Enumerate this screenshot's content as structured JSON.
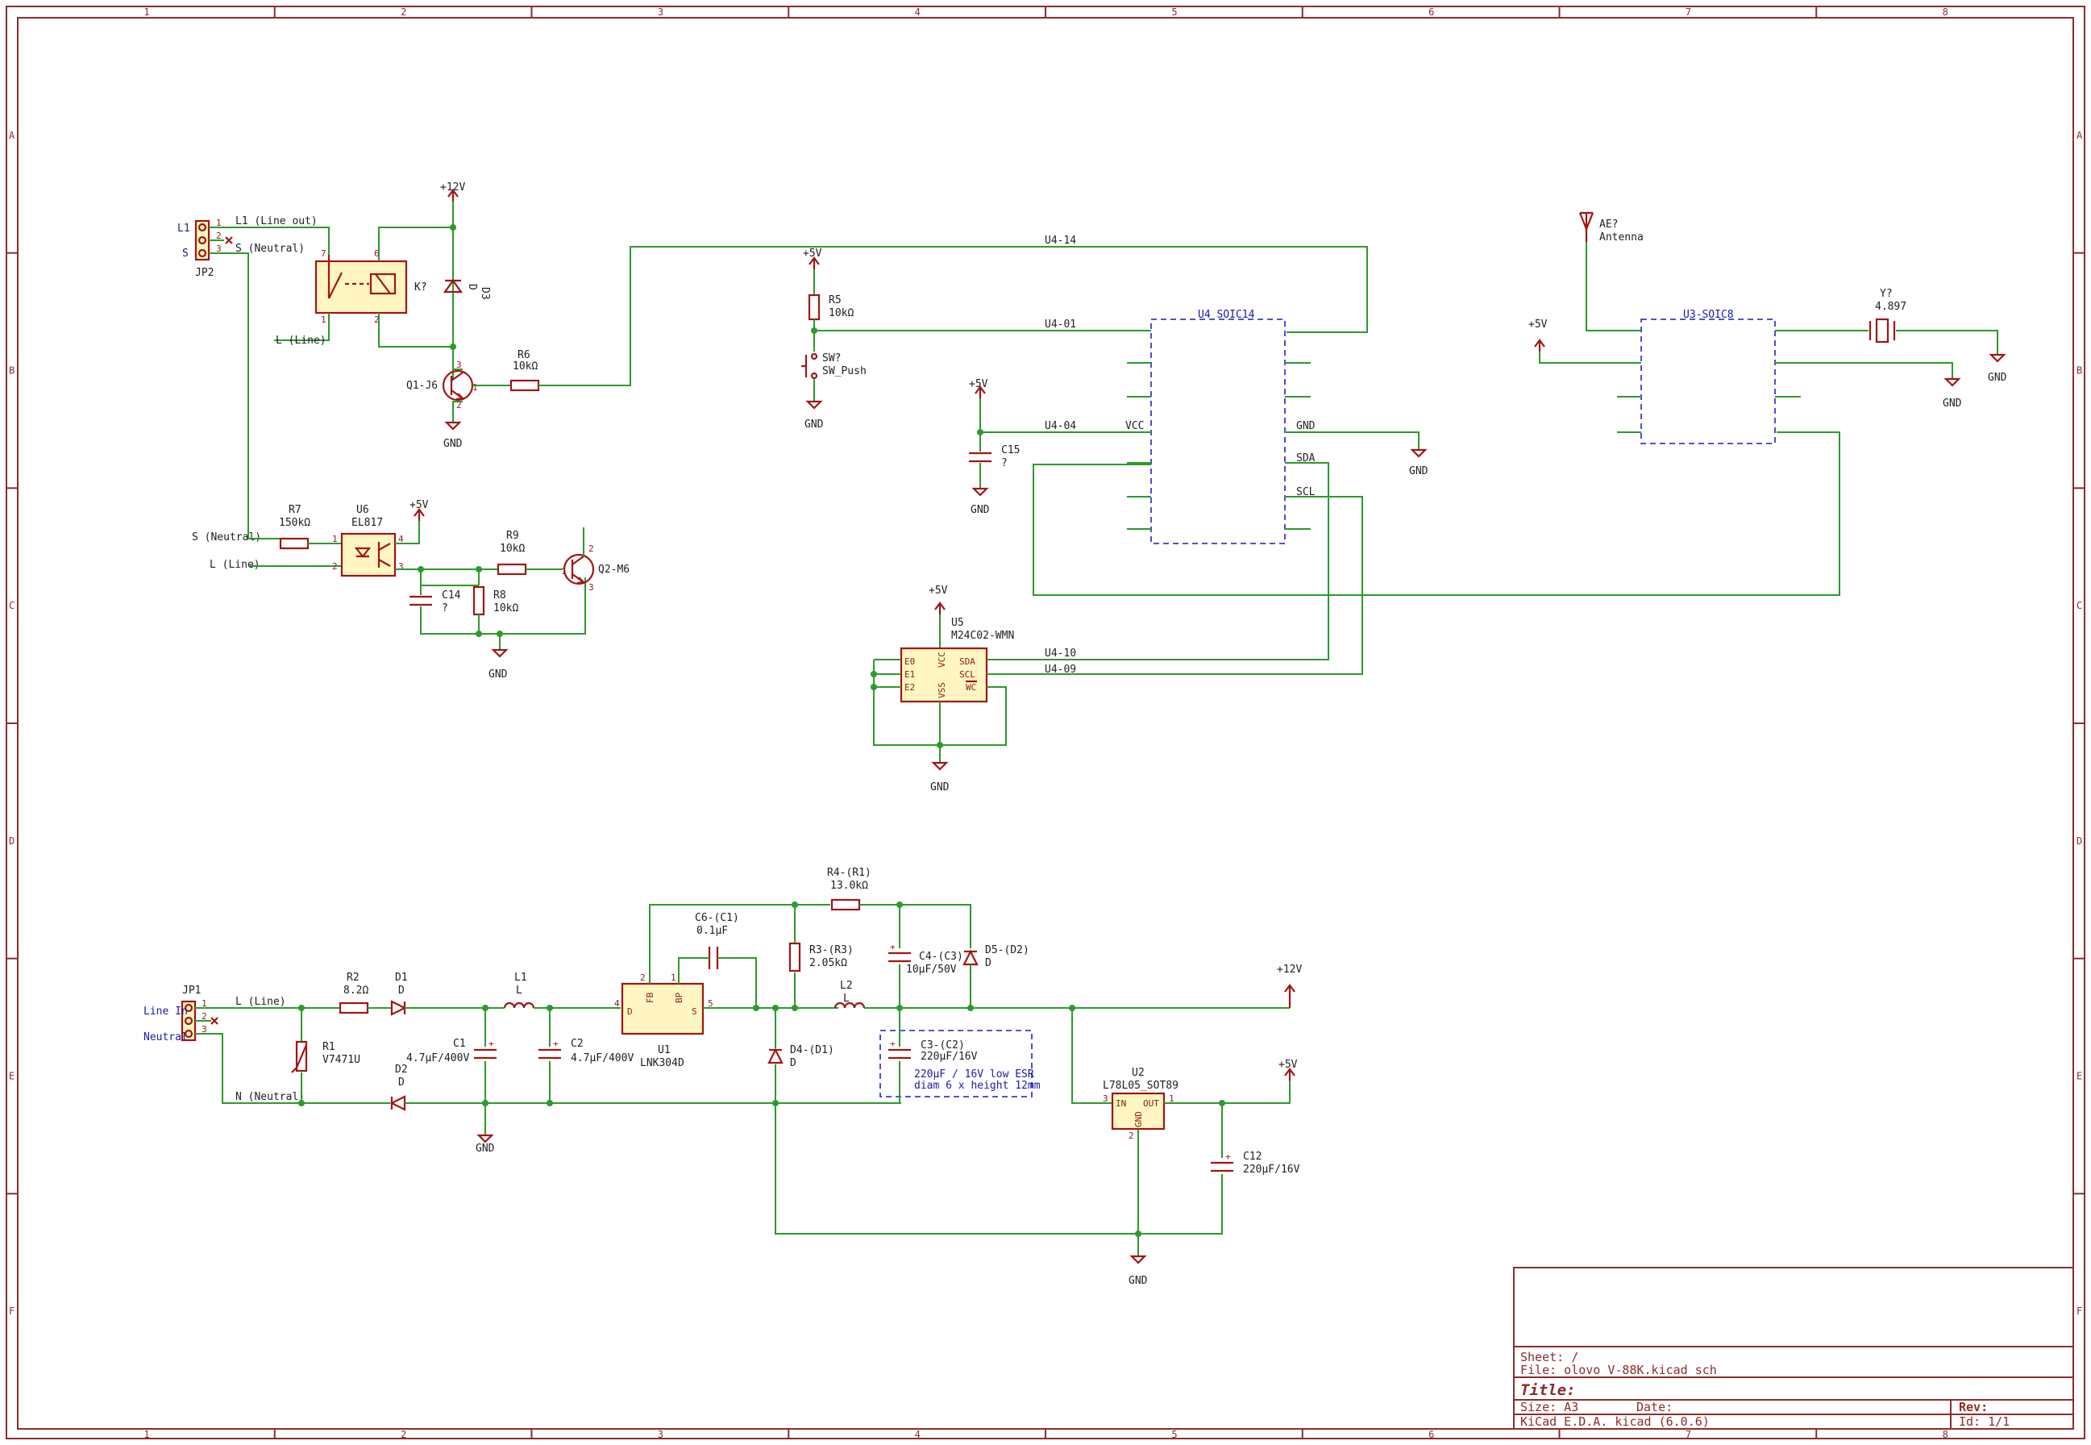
{
  "frame": {
    "columns": [
      "1",
      "2",
      "3",
      "4",
      "5",
      "6",
      "7",
      "8"
    ],
    "rows": [
      "A",
      "B",
      "C",
      "D",
      "E",
      "F"
    ]
  },
  "title_block": {
    "sheet": "Sheet: /",
    "file": "File: olovo V-88K.kicad_sch",
    "title": "Title:",
    "size": "Size: A3",
    "date": "Date:",
    "rev": "Rev:",
    "tool": "KiCad E.D.A.  kicad (6.0.6)",
    "id": "Id: 1/1"
  },
  "power": {
    "p12v": "+12V",
    "p5v": "+5V",
    "gnd": "GND"
  },
  "nets": {
    "l1_line_out": "L1 (Line out)",
    "s_neutral": "S (Neutral)",
    "l_line": "L (Line)",
    "n_neutral": "N (Neutral)",
    "u4_14": "U4-14",
    "u4_01": "U4-01",
    "u4_04": "U4-04",
    "u4_10": "U4-10",
    "u4_09": "U4-09"
  },
  "components": {
    "jp2": {
      "ref": "JP2",
      "l1": "L1",
      "s": "S"
    },
    "k": {
      "ref": "K?"
    },
    "d3": {
      "ref": "D3",
      "val": "D"
    },
    "q1": {
      "ref": "Q1-J6"
    },
    "r6": {
      "ref": "R6",
      "val": "10kΩ"
    },
    "r5": {
      "ref": "R5",
      "val": "10kΩ"
    },
    "sw": {
      "ref": "SW?",
      "val": "SW_Push"
    },
    "u4": {
      "ref": "U4 SOIC14",
      "vcc": "VCC",
      "gnd": "GND",
      "sda": "SDA",
      "scl": "SCL"
    },
    "c15": {
      "ref": "C15",
      "val": "?"
    },
    "ae": {
      "ref": "AE?",
      "val": "Antenna"
    },
    "u3": {
      "ref": "U3-SOIC8"
    },
    "y": {
      "ref": "Y?",
      "val": "4.897"
    },
    "r7": {
      "ref": "R7",
      "val": "150kΩ"
    },
    "u6": {
      "ref": "U6",
      "val": "EL817"
    },
    "r9": {
      "ref": "R9",
      "val": "10kΩ"
    },
    "q2": {
      "ref": "Q2-M6"
    },
    "c14": {
      "ref": "C14",
      "val": "?"
    },
    "r8": {
      "ref": "R8",
      "val": "10kΩ"
    },
    "u5": {
      "ref": "U5",
      "val": "M24C02-WMN",
      "e0": "E0",
      "e1": "E1",
      "e2": "E2",
      "vcc": "VCC",
      "vss": "VSS",
      "sda": "SDA",
      "scl": "SCL",
      "wc": "WC"
    },
    "jp1": {
      "ref": "JP1",
      "line_in": "Line In",
      "neutral": "Neutral"
    },
    "r2": {
      "ref": "R2",
      "val": "8.2Ω"
    },
    "d1": {
      "ref": "D1",
      "val": "D"
    },
    "l1": {
      "ref": "L1",
      "val": "L"
    },
    "r1": {
      "ref": "R1",
      "val": "V7471U"
    },
    "c1": {
      "ref": "C1",
      "val": "4.7µF/400V"
    },
    "c2": {
      "ref": "C2",
      "val": "4.7µF/400V"
    },
    "d2": {
      "ref": "D2",
      "val": "D"
    },
    "u1": {
      "ref": "U1",
      "val": "LNK304D",
      "d": "D",
      "s": "S",
      "fb": "FB",
      "bp": "BP"
    },
    "c6": {
      "ref": "C6-(C1)",
      "val": "0.1µF"
    },
    "r4": {
      "ref": "R4-(R1)",
      "val": "13.0kΩ"
    },
    "r3": {
      "ref": "R3-(R3)",
      "val": "2.05kΩ"
    },
    "c4": {
      "ref": "C4-(C3)",
      "val": "10µF/50V"
    },
    "d5": {
      "ref": "D5-(D2)",
      "val": "D"
    },
    "l2": {
      "ref": "L2",
      "val": "L"
    },
    "d4": {
      "ref": "D4-(D1)",
      "val": "D"
    },
    "c3": {
      "ref": "C3-(C2)",
      "val": "220µF/16V",
      "note1": "220µF / 16V low ESR",
      "note2": "diam 6 x height 12mm"
    },
    "u2": {
      "ref": "U2",
      "val": "L78L05_SOT89",
      "in": "IN",
      "out": "OUT",
      "gnd": "GND"
    },
    "c12": {
      "ref": "C12",
      "val": "220µF/16V"
    }
  }
}
